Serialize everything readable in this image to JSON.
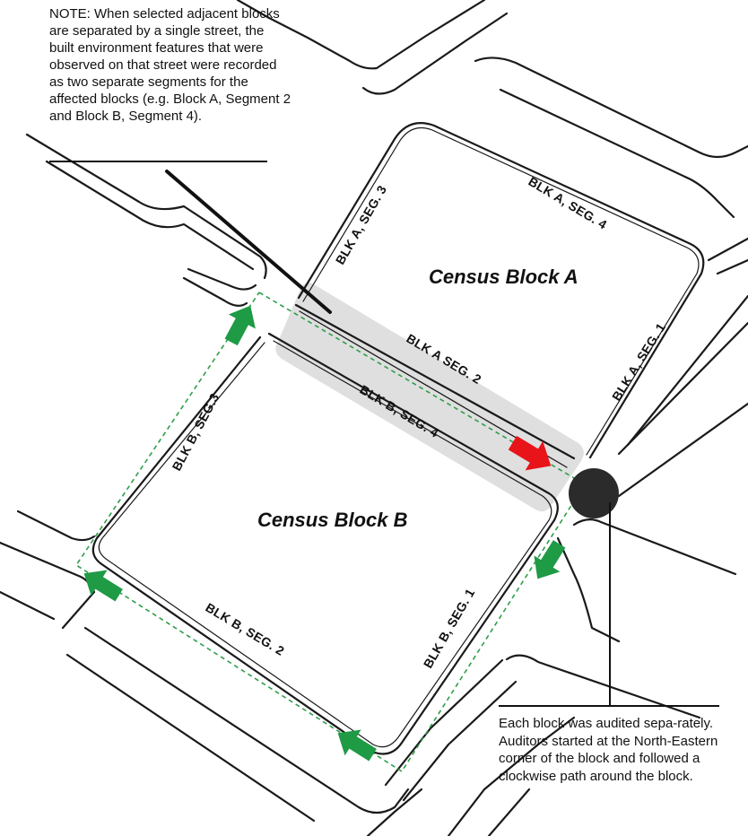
{
  "note": "NOTE: When selected adjacent blocks are separated by a single street, the built environment features that were observed on that street were recorded as two separate segments for the affected blocks (e.g. Block A, Segment 2 and Block B, Segment 4).",
  "footnote": "Each block was audited sepa-rately. Auditors started at the North-Eastern corner of the block and followed a clockwise path around the block.",
  "blocks": {
    "a": "Census Block A",
    "b": "Census Block B"
  },
  "segments": {
    "a1": "BLK A, SEG. 1",
    "a2": "BLK A SEG. 2",
    "a3": "BLK A, SEG. 3",
    "a4": "BLK A, SEG. 4",
    "b1": "BLK B, SEG. 1",
    "b2": "BLK B, SEG. 2",
    "b3": "BLK B, SEG.3",
    "b4": "BLK B, SEG. 4"
  },
  "colors": {
    "path": "#2e9e4a",
    "arrow_green": "#1f9a45",
    "arrow_red": "#e8141a",
    "highlight": "#d9d9d9",
    "start_marker": "#2b2b2b",
    "street_outline": "#1a1a1a"
  }
}
